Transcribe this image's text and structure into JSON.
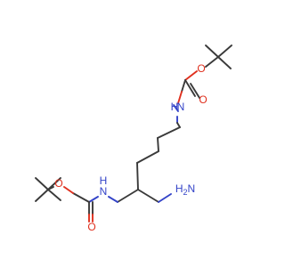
{
  "molecule": {
    "atoms": {
      "o_top_ether": {
        "symbol": "O",
        "color": "#e0301e"
      },
      "o_top_carbonyl": {
        "symbol": "O",
        "color": "#e0301e"
      },
      "n_top": {
        "symbol": "N",
        "color": "#3343c8"
      },
      "h_top": {
        "symbol": "H",
        "color": "#3343c8"
      },
      "n_left": {
        "symbol": "N",
        "color": "#3343c8"
      },
      "h_left": {
        "symbol": "H",
        "color": "#3343c8"
      },
      "o_bottom_ether": {
        "symbol": "O",
        "color": "#e0301e"
      },
      "o_bottom_carbonyl": {
        "symbol": "O",
        "color": "#e0301e"
      },
      "h2n": {
        "symbol": "H2N",
        "h": "H",
        "n": "N",
        "sub": "2",
        "color": "#3343c8"
      }
    },
    "bond_color": "#3a3a3a"
  }
}
